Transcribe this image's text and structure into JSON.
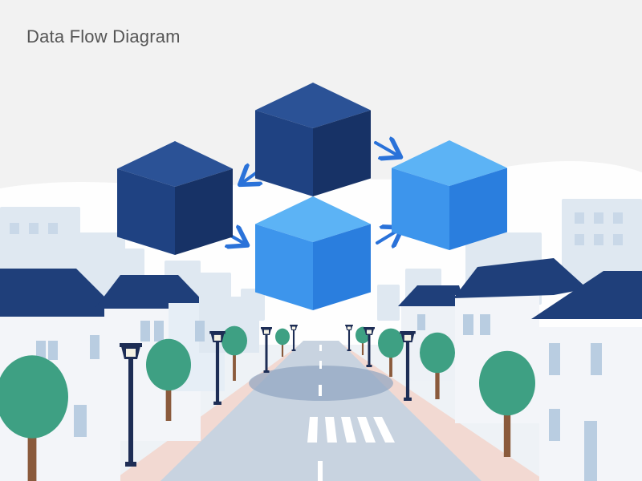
{
  "title": "Data Flow Diagram",
  "colors": {
    "background": "#f2f2f2",
    "cube_dark_top": "#2b5296",
    "cube_dark_left": "#1f4282",
    "cube_dark_right": "#173266",
    "cube_light_top": "#5cb3f5",
    "cube_light_left": "#3d95ec",
    "cube_light_right": "#2a7ede",
    "arrow": "#2a72d9",
    "roof": "#1f3f7a",
    "tree": "#3ea083",
    "lamp": "#1d2d55",
    "road": "#c8d3e0",
    "sidewalk": "#f2d9d2",
    "building_far": "#dfe8f1",
    "building_near": "#f3f5f9"
  },
  "diagram": {
    "nodes": [
      {
        "id": "node-top",
        "shade": "dark"
      },
      {
        "id": "node-left",
        "shade": "dark"
      },
      {
        "id": "node-right",
        "shade": "light"
      },
      {
        "id": "node-bottom",
        "shade": "light"
      }
    ],
    "edges": [
      {
        "from": "node-top",
        "to": "node-left"
      },
      {
        "from": "node-top",
        "to": "node-right"
      },
      {
        "from": "node-left",
        "to": "node-bottom"
      },
      {
        "from": "node-bottom",
        "to": "node-right"
      }
    ]
  }
}
